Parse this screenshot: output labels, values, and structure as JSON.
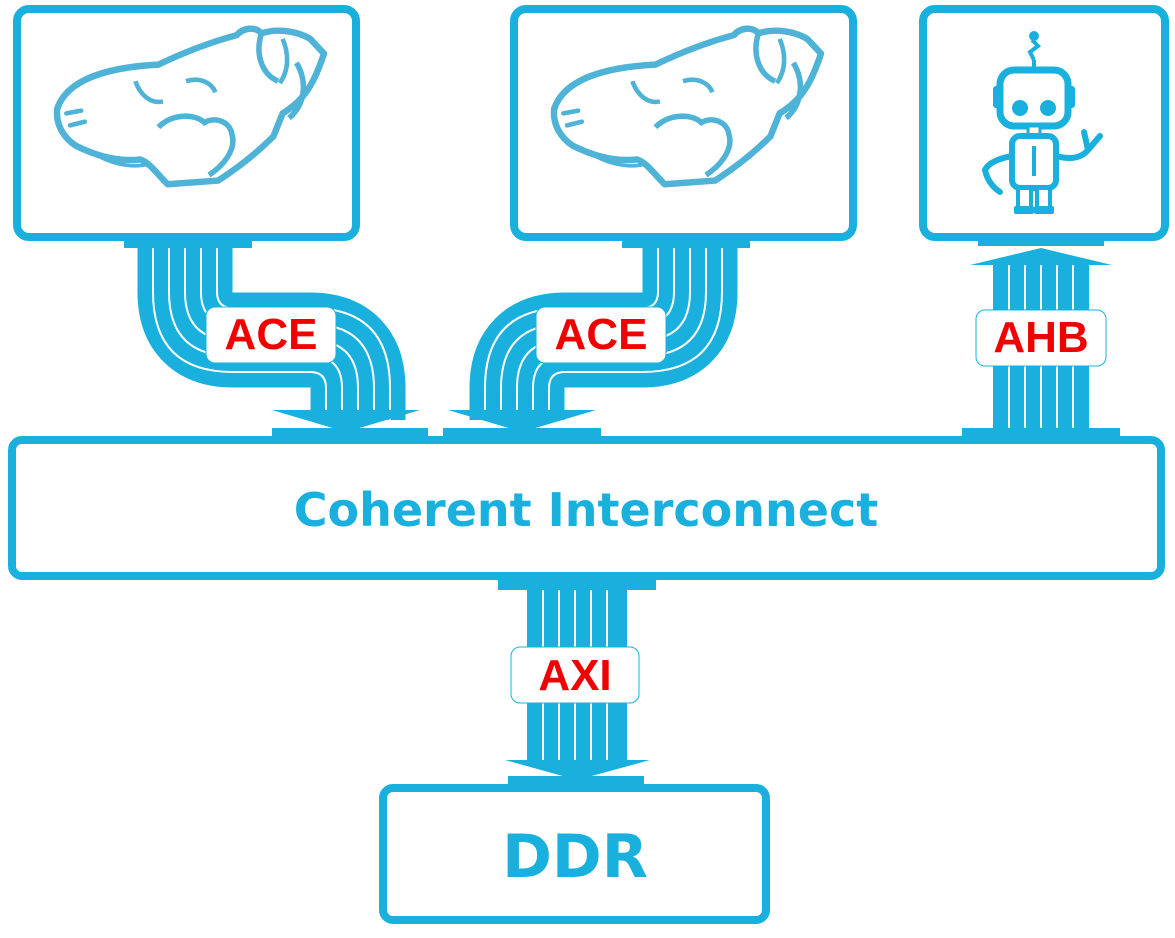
{
  "colors": {
    "accent": "#1ab0dd",
    "icon": "#4eb3d6",
    "bus_label_text": "#f00000",
    "background": "#ffffff"
  },
  "blocks": {
    "cpu_left": {
      "icon": "polar-bear-icon"
    },
    "cpu_right": {
      "icon": "polar-bear-icon"
    },
    "peripheral": {
      "icon": "robot-icon"
    },
    "interconnect": {
      "label": "Coherent Interconnect"
    },
    "memory": {
      "label": "DDR"
    }
  },
  "buses": {
    "left_ace": {
      "label": "ACE"
    },
    "right_ace": {
      "label": "ACE"
    },
    "ahb": {
      "label": "AHB"
    },
    "axi": {
      "label": "AXI"
    }
  }
}
